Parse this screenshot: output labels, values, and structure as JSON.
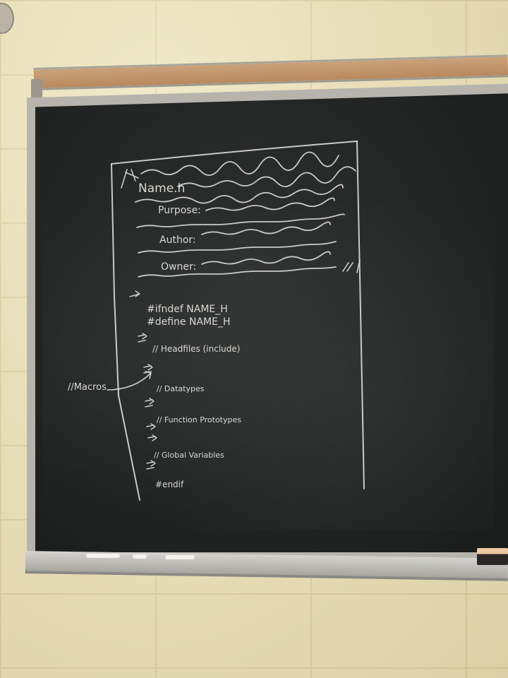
{
  "chalk_text": {
    "header_name": "Name.h",
    "purpose": "Purpose:",
    "author": "Author:",
    "owner": "Owner:",
    "ifndef": "#ifndef NAME_H",
    "define": "#define NAME_H",
    "headers": "// Headfiles (include)",
    "datatypes": "// Datatypes",
    "prototypes": "// Function Prototypes",
    "globals": "// Global Variables",
    "endif": "#endif",
    "macros": "//Macros"
  }
}
